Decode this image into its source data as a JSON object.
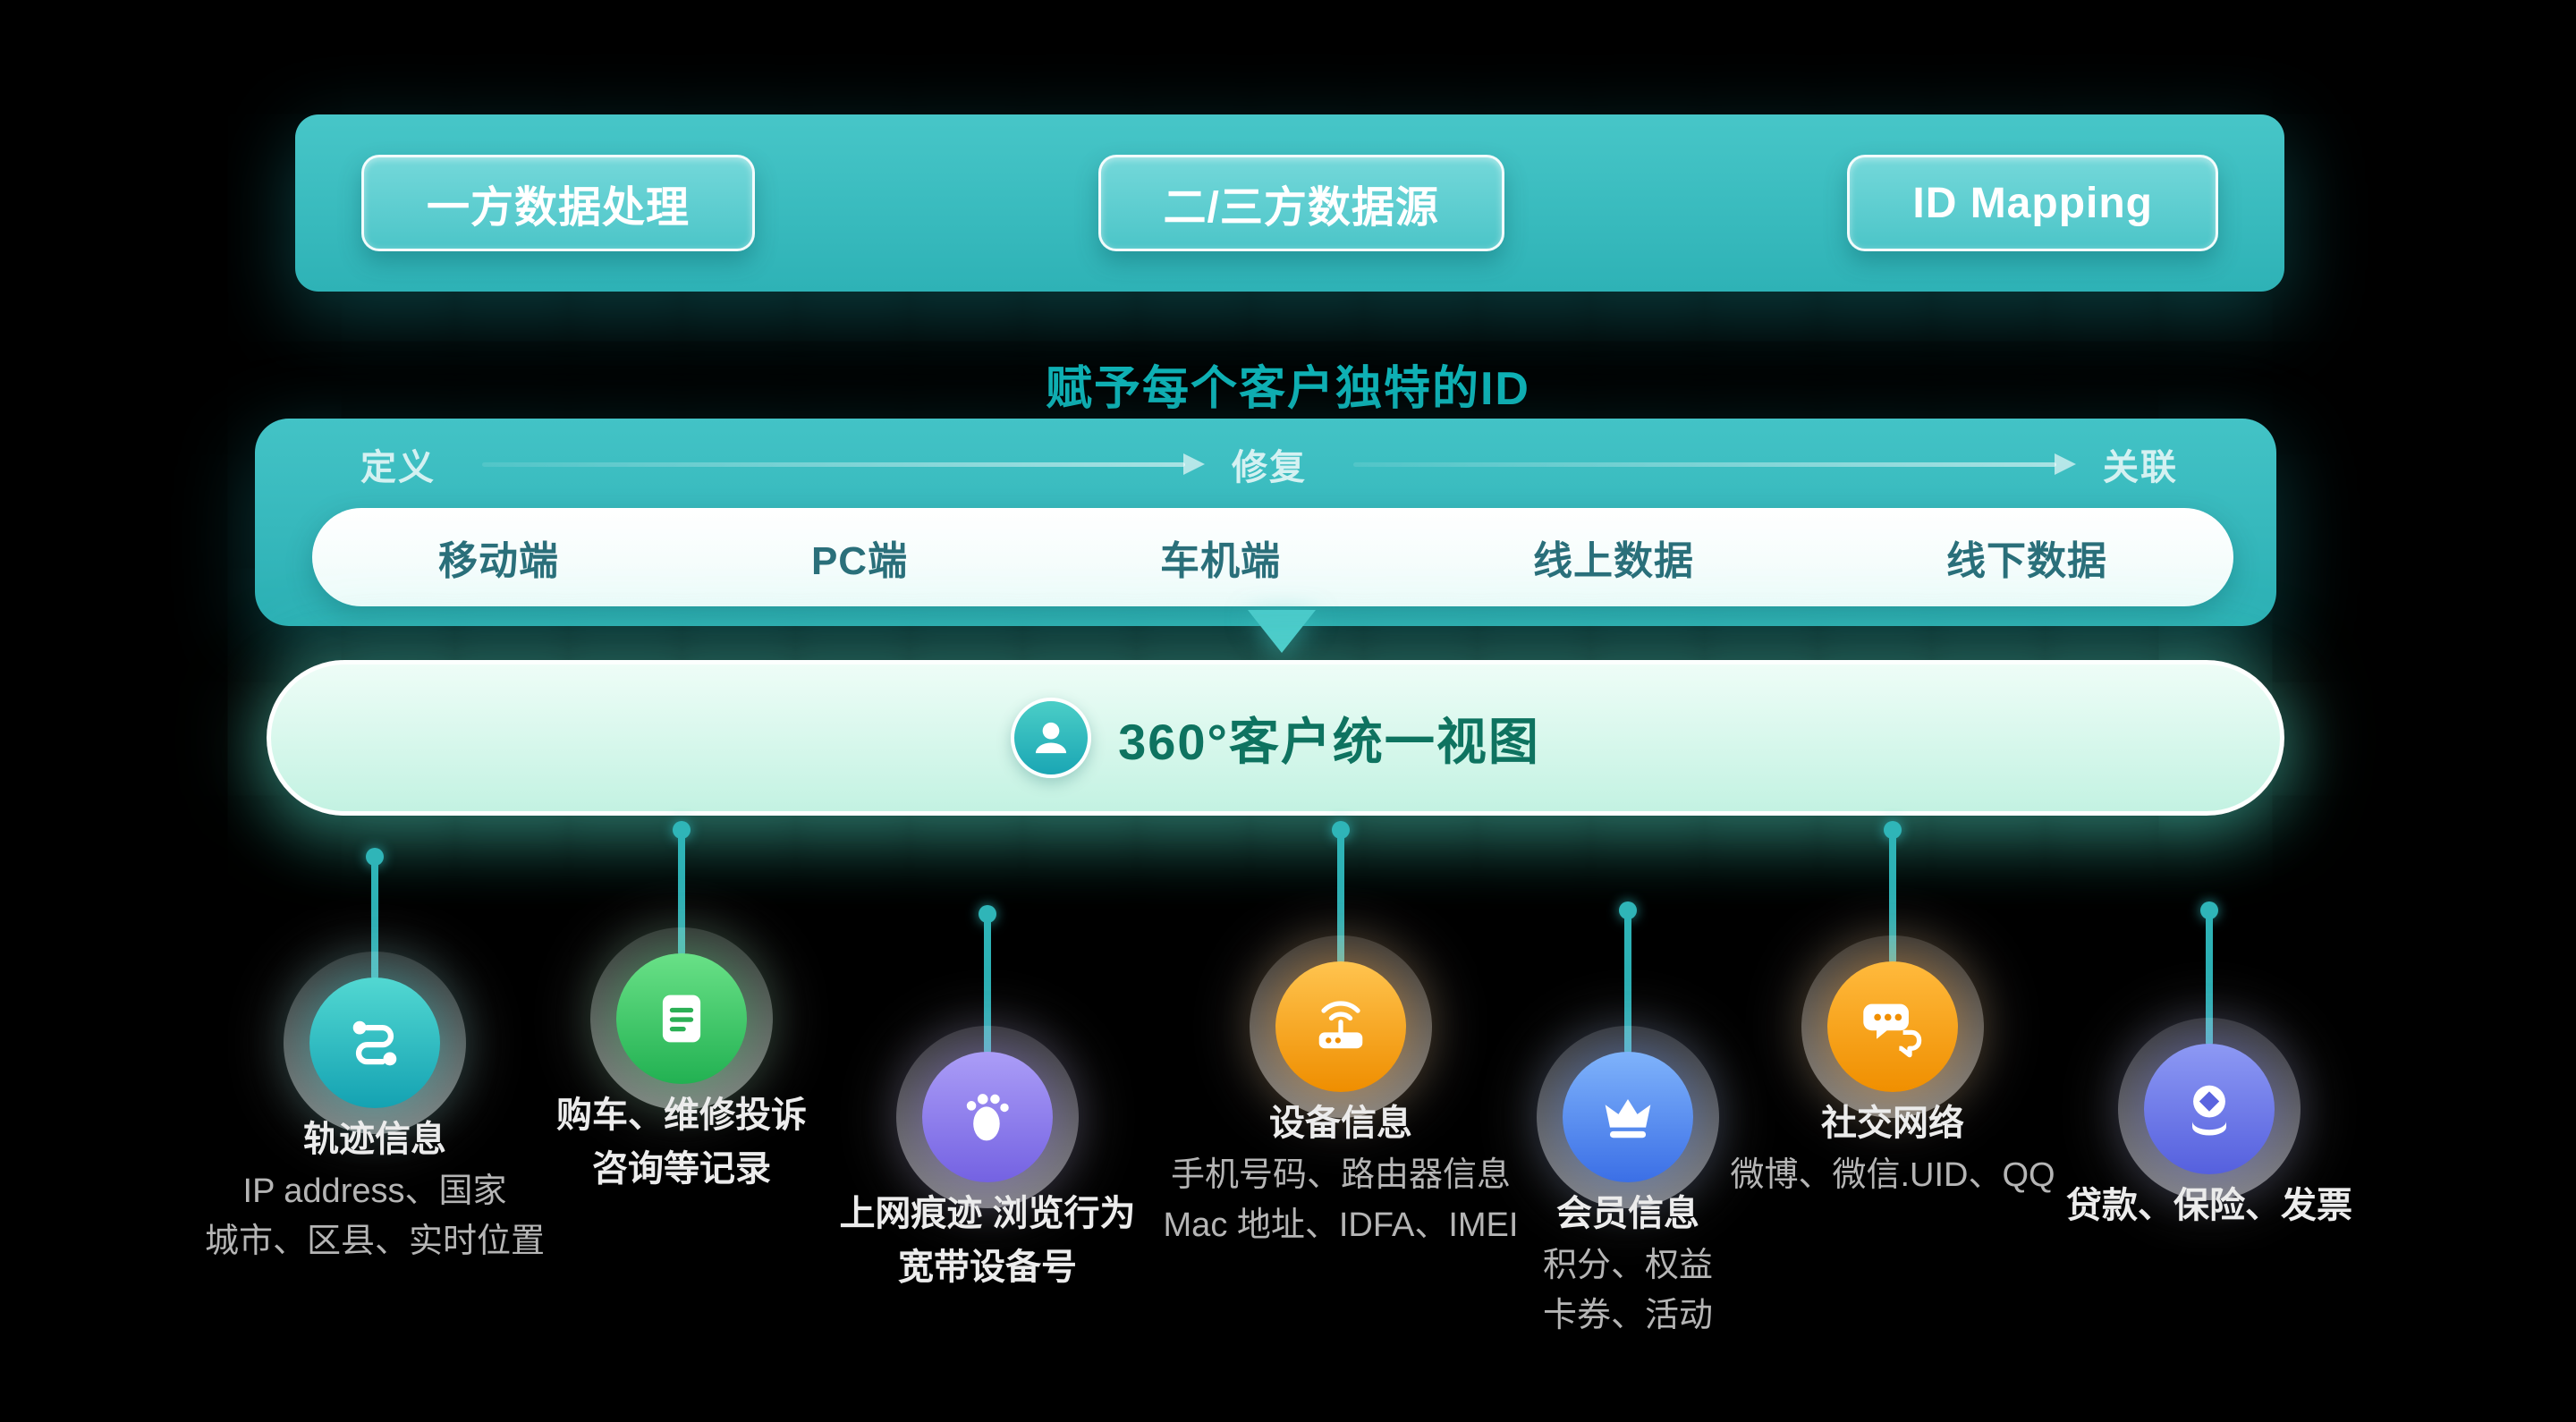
{
  "header": {
    "buttons": [
      {
        "label": "一方数据处理"
      },
      {
        "label": "二/三方数据源"
      },
      {
        "label": "ID Mapping"
      }
    ]
  },
  "subtitle": "赋予每个客户独特的ID",
  "pipeline": {
    "stages": [
      {
        "label": "定义"
      },
      {
        "label": "修复"
      },
      {
        "label": "关联"
      }
    ],
    "channels": [
      {
        "label": "移动端"
      },
      {
        "label": "PC端"
      },
      {
        "label": "车机端"
      },
      {
        "label": "线上数据"
      },
      {
        "label": "线下数据"
      }
    ]
  },
  "unified_view": {
    "label": "360°客户统一视图",
    "icon": "user-avatar-icon"
  },
  "sources": [
    {
      "icon": "route-icon",
      "color": "#1fa9b2",
      "title_lines": [
        "轨迹信息"
      ],
      "detail_lines": [
        "IP address、国家",
        "城市、区县、实时位置"
      ]
    },
    {
      "icon": "document-icon",
      "color": "#2bb055",
      "title_lines": [
        "购车、维修投诉",
        "咨询等记录"
      ],
      "detail_lines": []
    },
    {
      "icon": "footprint-icon",
      "color": "#7b68e3",
      "title_lines": [
        "上网痕迹  浏览行为",
        "宽带设备号"
      ],
      "detail_lines": []
    },
    {
      "icon": "router-icon",
      "color": "#f29200",
      "title_lines": [
        "设备信息"
      ],
      "detail_lines": [
        "手机号码、路由器信息",
        "Mac 地址、IDFA、IMEI"
      ]
    },
    {
      "icon": "crown-icon",
      "color": "#4378e8",
      "title_lines": [
        "会员信息"
      ],
      "detail_lines": [
        "积分、权益",
        "卡券、活动"
      ]
    },
    {
      "icon": "chat-icon",
      "color": "#f39500",
      "title_lines": [
        "社交网络"
      ],
      "detail_lines": [
        "微博、微信.UID、QQ"
      ]
    },
    {
      "icon": "invoice-icon",
      "color": "#5a64df",
      "title_lines": [
        "贷款、保险、发票"
      ],
      "detail_lines": []
    }
  ],
  "colors": {
    "accent_teal": "#2fb5b8",
    "mint_bar": "#c3f2e2",
    "background": "#000000",
    "subtitle_teal": "#10b2b6"
  }
}
